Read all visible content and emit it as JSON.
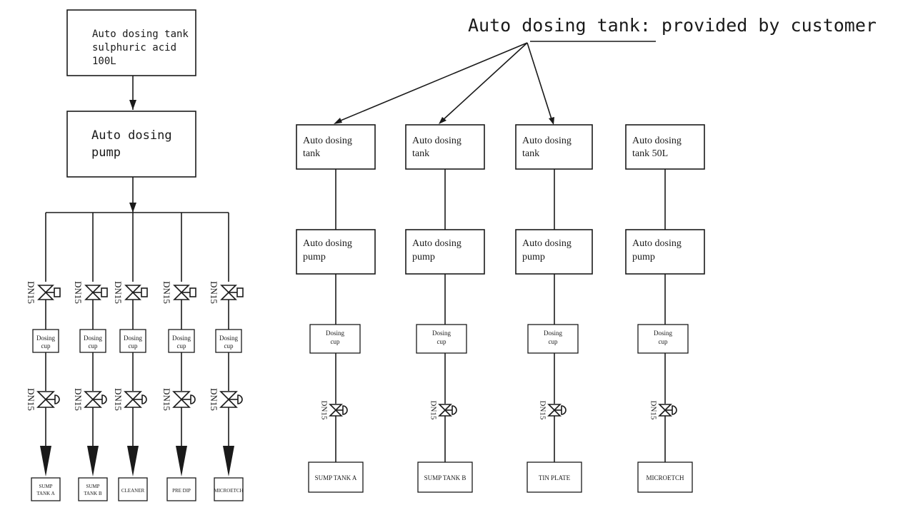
{
  "header": {
    "note": "Auto dosing tank: provided by customer"
  },
  "left_system": {
    "source_tank": {
      "line1": "Auto dosing tank",
      "line2": "sulphuric acid",
      "line3": "100L"
    },
    "pump": {
      "line1": "Auto dosing",
      "line2": "pump"
    },
    "branches": [
      {
        "valve1": "DN15",
        "cup1": "Dosing",
        "cup2": "cup",
        "valve2": "DN15",
        "dest1": "SUMP",
        "dest2": "TANK A"
      },
      {
        "valve1": "DN15",
        "cup1": "Dosing",
        "cup2": "cup",
        "valve2": "DN15",
        "dest1": "SUMP",
        "dest2": "TANK B"
      },
      {
        "valve1": "DN15",
        "cup1": "Dosing",
        "cup2": "cup",
        "valve2": "DN15",
        "dest1": "CLEANER",
        "dest2": ""
      },
      {
        "valve1": "DN15",
        "cup1": "Dosing",
        "cup2": "cup",
        "valve2": "DN15",
        "dest1": "PRE DIP",
        "dest2": ""
      },
      {
        "valve1": "DN15",
        "cup1": "Dosing",
        "cup2": "cup",
        "valve2": "DN15",
        "dest1": "MICROETCH",
        "dest2": ""
      }
    ]
  },
  "right_system": {
    "columns": [
      {
        "tank1": "Auto dosing",
        "tank2": "tank",
        "pump1": "Auto dosing",
        "pump2": "pump",
        "cup1": "Dosing",
        "cup2": "cup",
        "valve": "DN15",
        "dest": "SUMP TANK A"
      },
      {
        "tank1": "Auto dosing",
        "tank2": "tank",
        "pump1": "Auto dosing",
        "pump2": "pump",
        "cup1": "Dosing",
        "cup2": "cup",
        "valve": "DN15",
        "dest": "SUMP TANK B"
      },
      {
        "tank1": "Auto dosing",
        "tank2": "tank",
        "pump1": "Auto dosing",
        "pump2": "pump",
        "cup1": "Dosing",
        "cup2": "cup",
        "valve": "DN15",
        "dest": "TIN PLATE"
      },
      {
        "tank1": "Auto dosing",
        "tank2": "tank 50L",
        "pump1": "Auto dosing",
        "pump2": "pump",
        "cup1": "Dosing",
        "cup2": "cup",
        "valve": "DN15",
        "dest": "MICROETCH"
      }
    ]
  },
  "colors": {
    "ink": "#1a1a1a",
    "paper": "#ffffff"
  }
}
